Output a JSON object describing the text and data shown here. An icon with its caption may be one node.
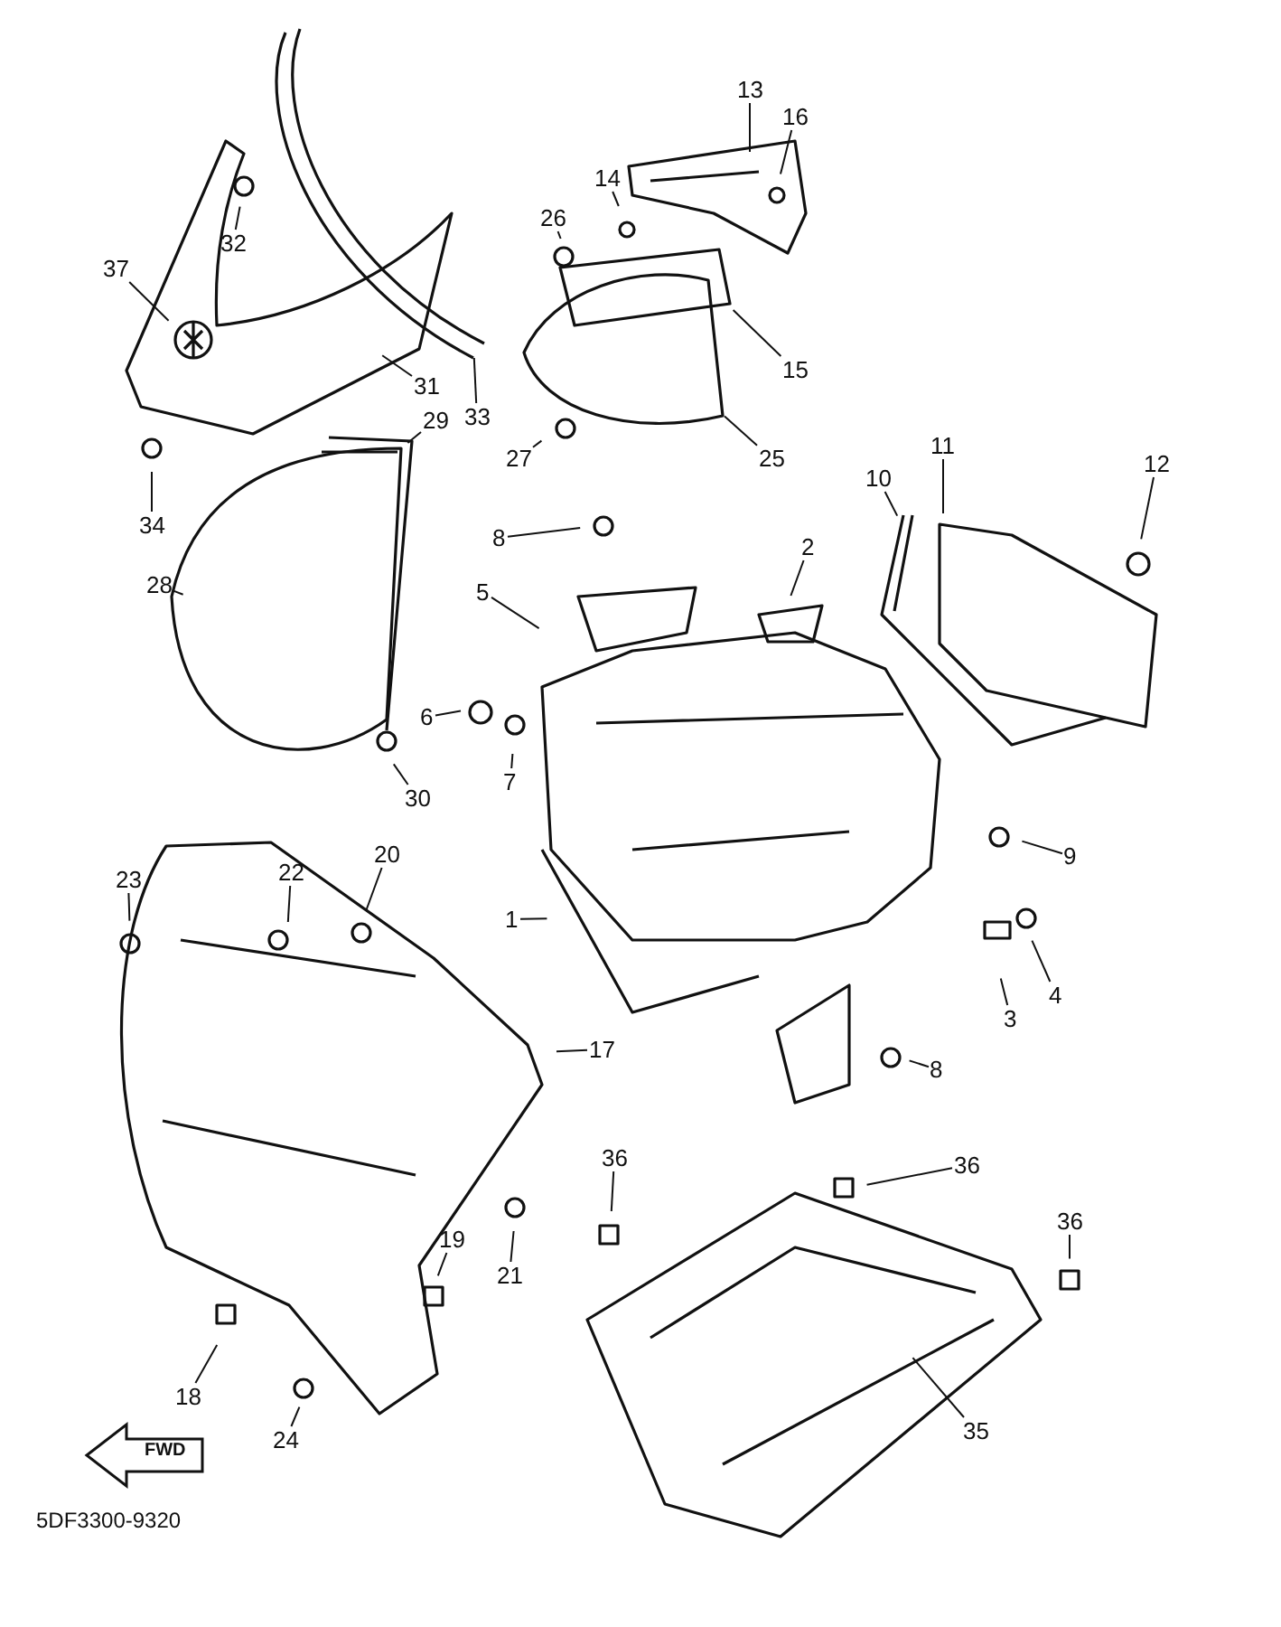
{
  "diagram": {
    "nodes": [
      {
        "text": [
          "13"
        ]
      },
      {
        "text": [
          "16"
        ]
      },
      {
        "text": [
          "14"
        ]
      },
      {
        "text": [
          "26"
        ]
      },
      {
        "text": [
          "32"
        ]
      },
      {
        "text": [
          "37"
        ]
      },
      {
        "text": [
          "15"
        ]
      },
      {
        "text": [
          "31"
        ]
      },
      {
        "text": [
          "33"
        ]
      },
      {
        "text": [
          "29"
        ]
      },
      {
        "text": [
          "11"
        ]
      },
      {
        "text": [
          "12"
        ]
      },
      {
        "text": [
          "25"
        ]
      },
      {
        "text": [
          "27"
        ]
      },
      {
        "text": [
          "10"
        ]
      },
      {
        "text": [
          "34"
        ]
      },
      {
        "text": [
          "8"
        ]
      },
      {
        "text": [
          "2"
        ]
      },
      {
        "text": [
          "28"
        ]
      },
      {
        "text": [
          "5"
        ]
      },
      {
        "text": [
          "6"
        ]
      },
      {
        "text": [
          "7"
        ]
      },
      {
        "text": [
          "30"
        ]
      },
      {
        "text": [
          "20"
        ]
      },
      {
        "text": [
          "9"
        ]
      },
      {
        "text": [
          "22"
        ]
      },
      {
        "text": [
          "23"
        ]
      },
      {
        "text": [
          "1"
        ]
      },
      {
        "text": [
          "4"
        ]
      },
      {
        "text": [
          "3"
        ]
      },
      {
        "text": [
          "17"
        ]
      },
      {
        "text": [
          "8"
        ]
      },
      {
        "text": [
          "36"
        ]
      },
      {
        "text": [
          "36"
        ]
      },
      {
        "text": [
          "36"
        ]
      },
      {
        "text": [
          "19"
        ]
      },
      {
        "text": [
          "21"
        ]
      },
      {
        "text": [
          "18"
        ]
      },
      {
        "text": [
          "35"
        ]
      },
      {
        "text": [
          "24"
        ]
      }
    ],
    "edges": [
      {
        "from": 0,
        "to": null,
        "arrow": "none"
      },
      {
        "from": 1,
        "to": null,
        "arrow": "none"
      },
      {
        "from": 2,
        "to": null,
        "arrow": "none"
      },
      {
        "from": 3,
        "to": null,
        "arrow": "none"
      },
      {
        "from": 4,
        "to": null,
        "arrow": "none"
      },
      {
        "from": 5,
        "to": null,
        "arrow": "none"
      },
      {
        "from": 6,
        "to": null,
        "arrow": "none"
      },
      {
        "from": 7,
        "to": null,
        "arrow": "none"
      },
      {
        "from": 8,
        "to": null,
        "arrow": "none"
      },
      {
        "from": 9,
        "to": null,
        "arrow": "none"
      },
      {
        "from": 10,
        "to": null,
        "arrow": "none"
      },
      {
        "from": 11,
        "to": null,
        "arrow": "none"
      },
      {
        "from": 12,
        "to": null,
        "arrow": "none"
      },
      {
        "from": 13,
        "to": null,
        "arrow": "none"
      },
      {
        "from": 14,
        "to": null,
        "arrow": "none"
      },
      {
        "from": 15,
        "to": null,
        "arrow": "none"
      },
      {
        "from": 16,
        "to": null,
        "arrow": "none"
      },
      {
        "from": 17,
        "to": null,
        "arrow": "none"
      },
      {
        "from": 18,
        "to": null,
        "arrow": "none"
      },
      {
        "from": 19,
        "to": null,
        "arrow": "none"
      },
      {
        "from": 20,
        "to": null,
        "arrow": "none"
      },
      {
        "from": 21,
        "to": null,
        "arrow": "none"
      },
      {
        "from": 22,
        "to": null,
        "arrow": "none"
      },
      {
        "from": 23,
        "to": null,
        "arrow": "none"
      },
      {
        "from": 24,
        "to": null,
        "arrow": "none"
      },
      {
        "from": 25,
        "to": null,
        "arrow": "none"
      },
      {
        "from": 26,
        "to": null,
        "arrow": "none"
      },
      {
        "from": 27,
        "to": null,
        "arrow": "none"
      },
      {
        "from": 28,
        "to": null,
        "arrow": "none"
      },
      {
        "from": 29,
        "to": null,
        "arrow": "none"
      },
      {
        "from": 30,
        "to": null,
        "arrow": "none"
      },
      {
        "from": 31,
        "to": null,
        "arrow": "none"
      },
      {
        "from": 32,
        "to": null,
        "arrow": "none"
      },
      {
        "from": 33,
        "to": null,
        "arrow": "none"
      },
      {
        "from": 34,
        "to": null,
        "arrow": "none"
      },
      {
        "from": 35,
        "to": null,
        "arrow": "none"
      },
      {
        "from": 36,
        "to": null,
        "arrow": "none"
      },
      {
        "from": 37,
        "to": null,
        "arrow": "none"
      },
      {
        "from": 38,
        "to": null,
        "arrow": "none"
      },
      {
        "from": 39,
        "to": null,
        "arrow": "none"
      }
    ],
    "labels": [
      "FWD",
      "5DF3300-9320"
    ]
  }
}
